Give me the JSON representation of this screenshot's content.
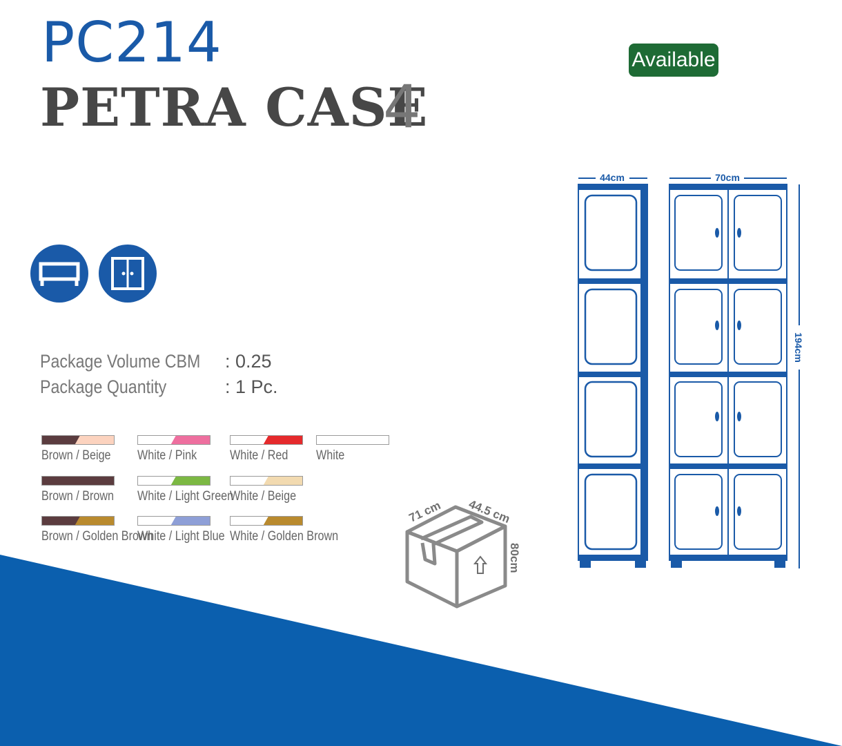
{
  "model_code": "PC214",
  "product_name": "PETRA CASE",
  "product_number": "4",
  "status_badge": "Available",
  "feature_icons": [
    "shelf-icon",
    "double-door-icon"
  ],
  "specs": [
    {
      "label": "Package Volume CBM",
      "value": ": 0.25"
    },
    {
      "label": "Package Quantity",
      "value": ": 1 Pc."
    }
  ],
  "colors": [
    {
      "name": "Brown / Beige",
      "c1": "#5b3c3f",
      "c2": "#fcd3bf"
    },
    {
      "name": "White /  Pink",
      "c1": "#ffffff",
      "c2": "#ee6f9f"
    },
    {
      "name": "White / Red",
      "c1": "#ffffff",
      "c2": "#e52a2c"
    },
    {
      "name": "White",
      "c1": "#ffffff",
      "c2": "#ffffff"
    },
    {
      "name": "Brown / Brown",
      "c1": "#5b3c3f",
      "c2": "#5b3c3f"
    },
    {
      "name": "White / Light Green",
      "c1": "#ffffff",
      "c2": "#7cb843"
    },
    {
      "name": "White / Beige",
      "c1": "#ffffff",
      "c2": "#f2dab0"
    },
    {
      "name": "Brown / Golden Brown",
      "c1": "#5b3c3f",
      "c2": "#b98a2e"
    },
    {
      "name": "White / Light Blue",
      "c1": "#ffffff",
      "c2": "#8e9fd7"
    },
    {
      "name": "White / Golden Brown",
      "c1": "#ffffff",
      "c2": "#b98a2e"
    }
  ],
  "package_box": {
    "length": "71 cm",
    "width": "44.5 cm",
    "height": "80cm",
    "arrow_icon": "up-arrow-icon"
  },
  "dimensions": {
    "depth": "44cm",
    "width": "70cm",
    "height": "194cm"
  },
  "theme": {
    "primary_blue": "#1a5aa8",
    "badge_green": "#1e6b35",
    "text_gray": "#777777"
  }
}
